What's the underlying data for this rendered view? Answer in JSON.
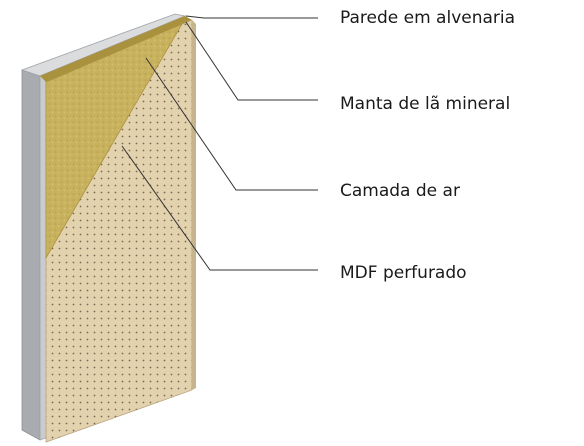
{
  "labels": [
    "Parede em alvenaria",
    "Manta de lã mineral",
    "Camada de ar",
    "MDF perfurado"
  ],
  "colors": {
    "masonry_face": "#c9cccf",
    "masonry_side": "#a8acb0",
    "masonry_top": "#dadcde",
    "mineral_wool": "#c9b25e",
    "mineral_wool_dark": "#a9913e",
    "mdf_board": "#e3d2ae",
    "mdf_holes": "#7a6a52",
    "leader_line": "#333333",
    "text": "#1a1a1a"
  }
}
